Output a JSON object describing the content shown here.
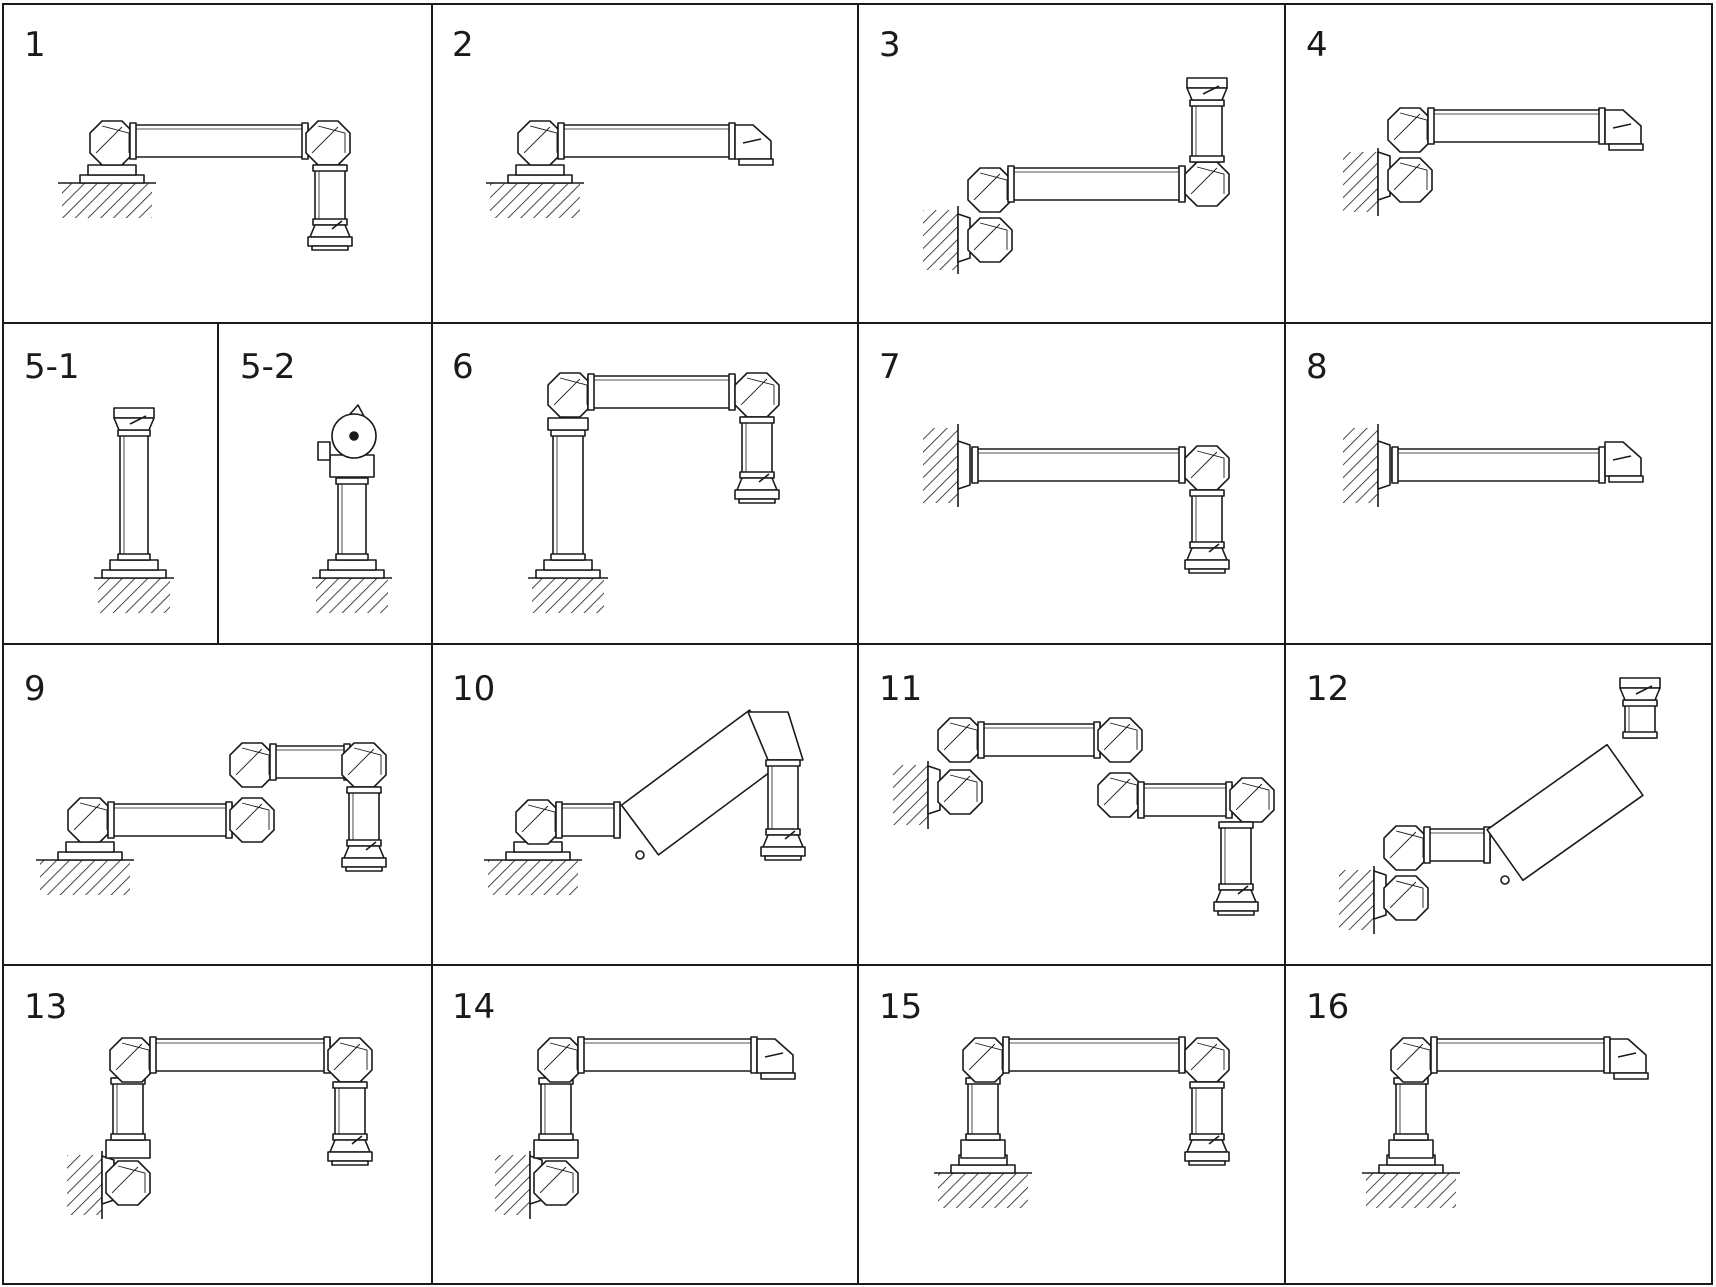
{
  "panels": [
    {
      "id": "1",
      "label": "1"
    },
    {
      "id": "2",
      "label": "2"
    },
    {
      "id": "3",
      "label": "3"
    },
    {
      "id": "4",
      "label": "4"
    },
    {
      "id": "5-1",
      "label": "5-1"
    },
    {
      "id": "5-2",
      "label": "5-2"
    },
    {
      "id": "6",
      "label": "6"
    },
    {
      "id": "7",
      "label": "7"
    },
    {
      "id": "8",
      "label": "8"
    },
    {
      "id": "9",
      "label": "9"
    },
    {
      "id": "10",
      "label": "10"
    },
    {
      "id": "11",
      "label": "11"
    },
    {
      "id": "12",
      "label": "12"
    },
    {
      "id": "13",
      "label": "13"
    },
    {
      "id": "14",
      "label": "14"
    },
    {
      "id": "15",
      "label": "15"
    },
    {
      "id": "16",
      "label": "16"
    }
  ],
  "colors": {
    "line": "#1a1a1a",
    "background": "#ffffff"
  }
}
